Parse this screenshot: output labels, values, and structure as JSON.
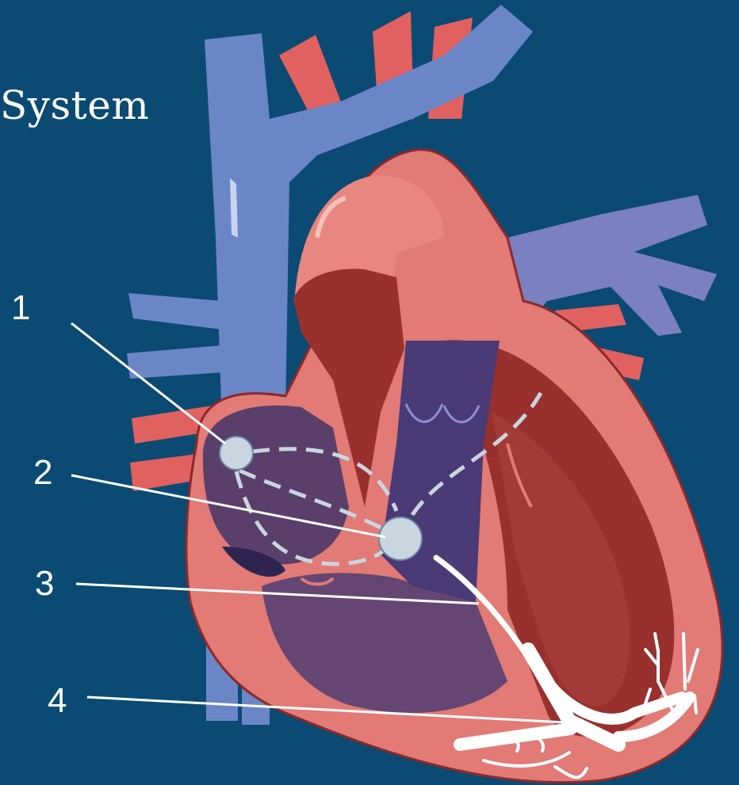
{
  "title_visible": "System",
  "callouts": [
    {
      "number": "1"
    },
    {
      "number": "2"
    },
    {
      "number": "3"
    },
    {
      "number": "4"
    }
  ],
  "colors": {
    "background": "#0b4a73",
    "vein_blue": "#6b86c7",
    "artery_red": "#e0615f",
    "myocardium": "#e27a76",
    "myocardium_dark": "#98302e",
    "chamber_purple": "#5a3f6b",
    "septum_purple": "#4a3a75",
    "node_fill": "#c9d6df",
    "conduction_path": "#ffffff"
  },
  "icons": [
    "heart-diagram",
    "sa-node",
    "av-node",
    "bundle-of-his",
    "purkinje-fibers"
  ]
}
